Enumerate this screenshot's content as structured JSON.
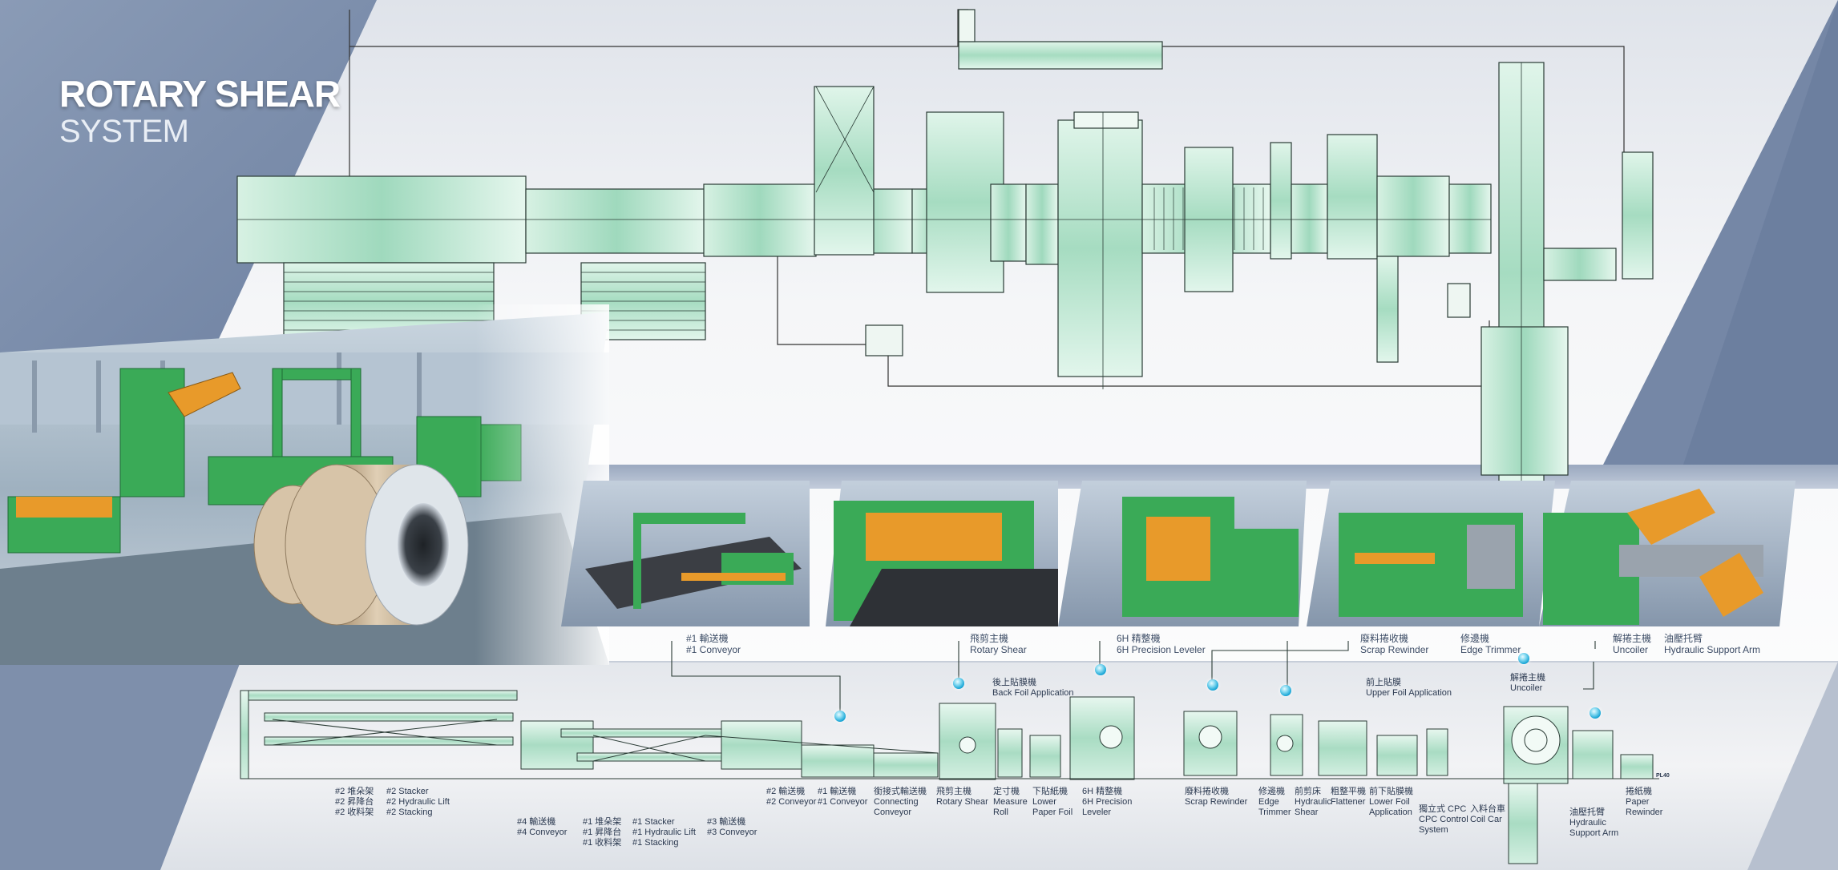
{
  "title": {
    "line1": "ROTARY SHEAR",
    "line2": "SYSTEM"
  },
  "colors": {
    "machine_green": "#b9e6cf",
    "machine_dark": "#5fa88a",
    "panel_blue": "#7e8fab",
    "accent_cyan": "#18a4d6",
    "factory_green": "#3aaa57",
    "orange": "#e89a2a"
  },
  "photo_captions": [
    {
      "zh": "#1 輸送機",
      "en": "#1 Conveyor"
    },
    {
      "zh": "飛剪主機",
      "en": "Rotary Shear"
    },
    {
      "zh": "6H 精整機",
      "en": "6H Precision Leveler"
    },
    {
      "zh": "廢料捲收機",
      "en": "Scrap Rewinder"
    },
    {
      "zh": "修邊機",
      "en": "Edge Trimmer"
    },
    {
      "zh": "解捲主機",
      "en": "Uncoiler"
    },
    {
      "zh": "油壓托臂",
      "en": "Hydraulic Support Arm"
    }
  ],
  "upper_labels": [
    {
      "zh": "後上貼膜機",
      "en": "Back Foil Application"
    },
    {
      "zh": "前上貼膜",
      "en": "Upper Foil Application"
    },
    {
      "zh": "解捲主機",
      "en": "Uncoiler"
    }
  ],
  "bottom_labels": [
    {
      "lines": [
        "#2 堆朵架",
        "#2 昇降台",
        "#2 收料架"
      ]
    },
    {
      "lines": [
        "#2 Stacker",
        "#2 Hydraulic Lift",
        "#2 Stacking"
      ]
    },
    {
      "lines": [
        "#4 輸送機",
        "#4 Conveyor"
      ]
    },
    {
      "lines": [
        "#1 堆朵架",
        "#1 昇降台",
        "#1 收料架"
      ]
    },
    {
      "lines": [
        "#1 Stacker",
        "#1 Hydraulic Lift",
        "#1 Stacking"
      ]
    },
    {
      "lines": [
        "#3 輸送機",
        "#3 Conveyor"
      ]
    },
    {
      "lines": [
        "#2 輸送機",
        "#2 Conveyor"
      ]
    },
    {
      "lines": [
        "#1 輸送機",
        "#1 Conveyor"
      ]
    },
    {
      "lines": [
        "銜接式輸送機",
        "Connecting",
        "Conveyor"
      ]
    },
    {
      "lines": [
        "飛剪主機",
        "Rotary Shear"
      ]
    },
    {
      "lines": [
        "定寸機",
        "Measure",
        "Roll"
      ]
    },
    {
      "lines": [
        "下貼紙機",
        "Lower",
        "Paper Foil"
      ]
    },
    {
      "lines": [
        "6H 精整機",
        "6H Precision",
        "Leveler"
      ]
    },
    {
      "lines": [
        "廢料捲收機",
        "Scrap Rewinder"
      ]
    },
    {
      "lines": [
        "修邊機",
        "Edge",
        "Trimmer"
      ]
    },
    {
      "lines": [
        "前剪床",
        "Hydraulic",
        "Shear"
      ]
    },
    {
      "lines": [
        "粗整平機",
        "Flattener"
      ]
    },
    {
      "lines": [
        "前下貼膜機",
        "Lower Foil",
        "Application"
      ]
    },
    {
      "lines": [
        "獨立式 CPC",
        "CPC Control",
        "System"
      ]
    },
    {
      "lines": [
        "入料台車",
        "Coil Car"
      ]
    },
    {
      "lines": [
        "油壓托臂",
        "Hydraulic",
        "Support Arm"
      ]
    },
    {
      "lines": [
        "捲紙機",
        "Paper",
        "Rewinder"
      ]
    }
  ],
  "small_mark": "PL40"
}
